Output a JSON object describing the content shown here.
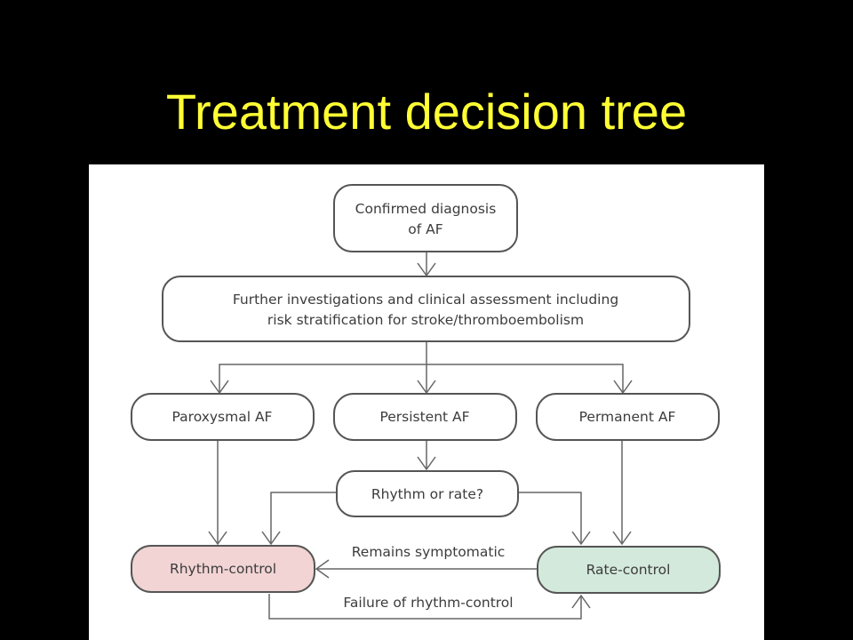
{
  "slide": {
    "title": "Treatment decision tree",
    "title_color": "#ffff33",
    "background": "#000000"
  },
  "diagram": {
    "nodes": {
      "confirmed": {
        "line1": "Confirmed diagnosis",
        "line2": "of AF"
      },
      "investigations": {
        "line1": "Further investigations and clinical assessment including",
        "line2": "risk stratification for stroke/thromboembolism"
      },
      "paroxysmal": {
        "label": "Paroxysmal AF"
      },
      "persistent": {
        "label": "Persistent AF"
      },
      "permanent": {
        "label": "Permanent AF"
      },
      "decision": {
        "label": "Rhythm or rate?"
      },
      "rhythm_control": {
        "label": "Rhythm-control",
        "fill": "#f2d4d4"
      },
      "rate_control": {
        "label": "Rate-control",
        "fill": "#d3e9dc"
      }
    },
    "edge_labels": {
      "remains_symptomatic": "Remains symptomatic",
      "failure_rhythm_control": "Failure of rhythm-control"
    }
  }
}
